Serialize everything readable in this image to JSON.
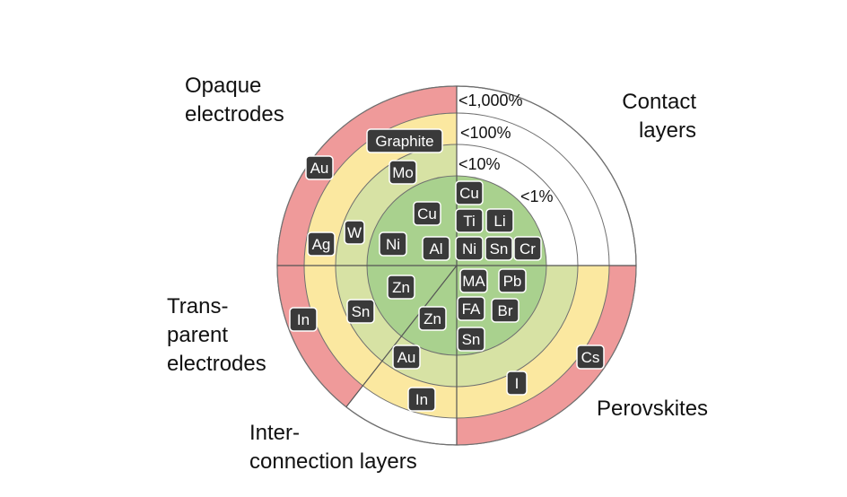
{
  "colors": {
    "ring_1000": "#ef9a9a",
    "ring_100": "#fbe8a0",
    "ring_10": "#d7e2a4",
    "ring_1": "#a9d18e",
    "chip_bg": "#3a3a3a",
    "chip_text": "#ffffff",
    "outline": "#707070"
  },
  "segments": {
    "opaque": {
      "line1": "Opaque",
      "line2": "electrodes"
    },
    "contact": {
      "line1": "Contact",
      "line2": "layers"
    },
    "transparent": {
      "line1": "Trans-",
      "line2": "parent",
      "line3": "electrodes"
    },
    "interconnection": {
      "line1": "Inter-",
      "line2": "connection layers"
    },
    "perovskites": {
      "line1": "Perovskites"
    }
  },
  "thresholds": [
    "<1,000%",
    "<100%",
    "<10%",
    "<1%"
  ],
  "elements": [
    {
      "id": "graphite",
      "text": "Graphite",
      "segment": "opaque",
      "ring": "<100%"
    },
    {
      "id": "au-opaque",
      "text": "Au",
      "segment": "opaque",
      "ring": "<1,000%"
    },
    {
      "id": "mo",
      "text": "Mo",
      "segment": "opaque",
      "ring": "<10%"
    },
    {
      "id": "cu-opaque",
      "text": "Cu",
      "segment": "opaque",
      "ring": "<1%"
    },
    {
      "id": "w",
      "text": "W",
      "segment": "opaque",
      "ring": "<10%"
    },
    {
      "id": "ag",
      "text": "Ag",
      "segment": "opaque",
      "ring": "<100%"
    },
    {
      "id": "ni-opaque",
      "text": "Ni",
      "segment": "opaque",
      "ring": "<1%"
    },
    {
      "id": "al",
      "text": "Al",
      "segment": "opaque",
      "ring": "<1%"
    },
    {
      "id": "cu-contact",
      "text": "Cu",
      "segment": "contact",
      "ring": "<1%"
    },
    {
      "id": "ti",
      "text": "Ti",
      "segment": "contact",
      "ring": "<1%"
    },
    {
      "id": "li",
      "text": "Li",
      "segment": "contact",
      "ring": "<1%"
    },
    {
      "id": "ni-contact",
      "text": "Ni",
      "segment": "contact",
      "ring": "<1%"
    },
    {
      "id": "sn-contact",
      "text": "Sn",
      "segment": "contact",
      "ring": "<1%"
    },
    {
      "id": "cr",
      "text": "Cr",
      "segment": "contact",
      "ring": "<1%"
    },
    {
      "id": "zn-transparent",
      "text": "Zn",
      "segment": "transparent",
      "ring": "<1%"
    },
    {
      "id": "sn-transparent",
      "text": "Sn",
      "segment": "transparent",
      "ring": "<10%"
    },
    {
      "id": "in-transparent",
      "text": "In",
      "segment": "transparent",
      "ring": "<1,000%"
    },
    {
      "id": "zn-inter",
      "text": "Zn",
      "segment": "interconnection",
      "ring": "<1%"
    },
    {
      "id": "au-inter",
      "text": "Au",
      "segment": "interconnection",
      "ring": "<10%"
    },
    {
      "id": "in-inter",
      "text": "In",
      "segment": "interconnection",
      "ring": "<100%"
    },
    {
      "id": "ma",
      "text": "MA",
      "segment": "perovskites",
      "ring": "<1%"
    },
    {
      "id": "pb",
      "text": "Pb",
      "segment": "perovskites",
      "ring": "<1%"
    },
    {
      "id": "fa",
      "text": "FA",
      "segment": "perovskites",
      "ring": "<1%"
    },
    {
      "id": "br",
      "text": "Br",
      "segment": "perovskites",
      "ring": "<1%"
    },
    {
      "id": "sn-perov",
      "text": "Sn",
      "segment": "perovskites",
      "ring": "<1%"
    },
    {
      "id": "i",
      "text": "I",
      "segment": "perovskites",
      "ring": "<100%"
    },
    {
      "id": "cs",
      "text": "Cs",
      "segment": "perovskites",
      "ring": "<1,000%"
    }
  ]
}
